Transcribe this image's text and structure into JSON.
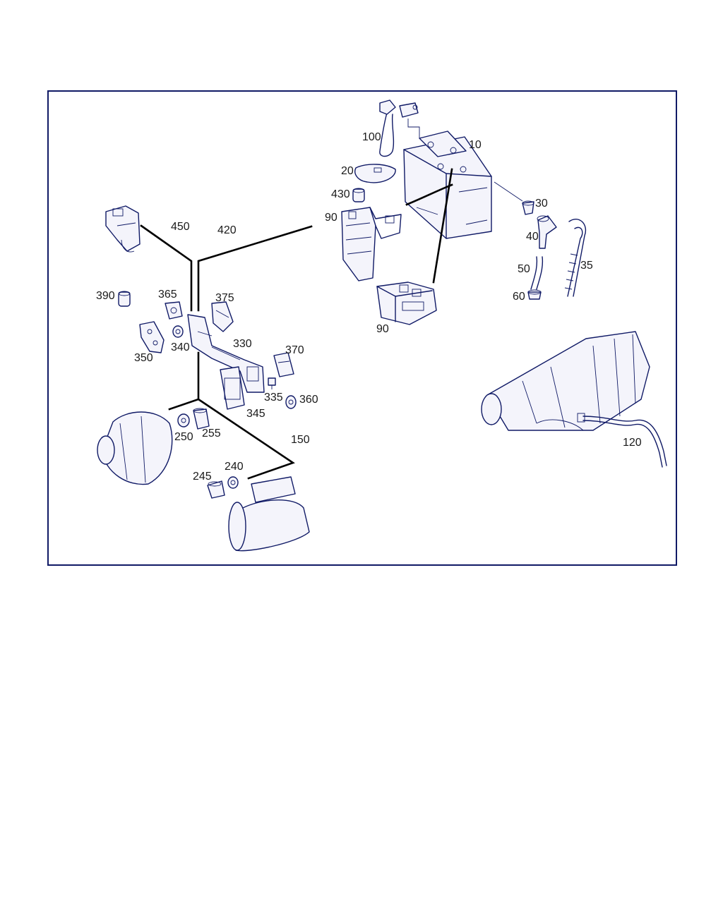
{
  "colors": {
    "border": "#101a66",
    "ink": "#101a66",
    "wire": "#000000",
    "text": "#1a1a1a"
  },
  "callouts": {
    "c10": "10",
    "c20": "20",
    "c30": "30",
    "c35": "35",
    "c40": "40",
    "c50": "50",
    "c60": "60",
    "c90a": "90",
    "c90b": "90",
    "c100": "100",
    "c120": "120",
    "c150": "150",
    "c240": "240",
    "c245": "245",
    "c250": "250",
    "c255": "255",
    "c330": "330",
    "c335": "335",
    "c340": "340",
    "c345": "345",
    "c350": "350",
    "c360": "360",
    "c365": "365",
    "c370": "370",
    "c375": "375",
    "c390": "390",
    "c420": "420",
    "c430": "430",
    "c450": "450"
  }
}
